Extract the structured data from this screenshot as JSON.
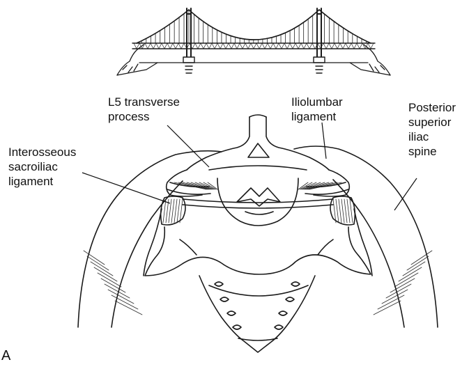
{
  "figure": {
    "panel_letter": "A",
    "labels": {
      "l5_transverse_process": "L5 transverse\nprocess",
      "iliolumbar_ligament": "Iliolumbar\nligament",
      "posterior_superior_iliac_spine": "Posterior\nsuperior\niliac\nspine",
      "interosseous_sacroiliac_ligament": "Interosseous\nsacroiliac\nligament"
    },
    "icons": [
      "suspension-bridge-illustration",
      "pelvis-posterior-view-illustration"
    ]
  }
}
